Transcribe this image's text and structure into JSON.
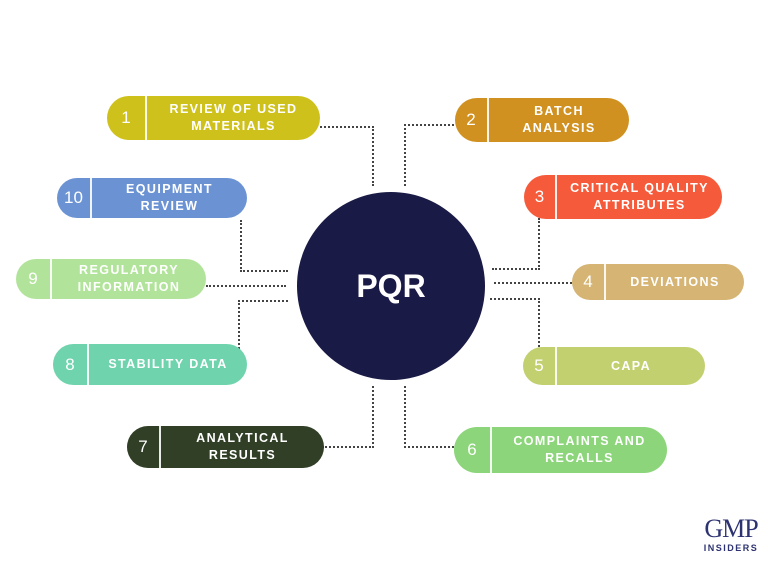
{
  "center": {
    "label": "PQR",
    "color": "#191a45"
  },
  "items": [
    {
      "number": "1",
      "label": "REVIEW OF USED\nMATERIALS",
      "color": "#cfc11c"
    },
    {
      "number": "2",
      "label": "BATCH ANALYSIS",
      "color": "#d09121"
    },
    {
      "number": "3",
      "label": "CRITICAL QUALITY\nATTRIBUTES",
      "color": "#f55a3a"
    },
    {
      "number": "4",
      "label": "DEVIATIONS",
      "color": "#d5b474"
    },
    {
      "number": "5",
      "label": "CAPA",
      "color": "#c3d070"
    },
    {
      "number": "6",
      "label": "COMPLAINTS AND\nRECALLS",
      "color": "#8cd57a"
    },
    {
      "number": "7",
      "label": "ANALYTICAL\nRESULTS",
      "color": "#313f26"
    },
    {
      "number": "8",
      "label": "STABILITY DATA",
      "color": "#6fd3ad"
    },
    {
      "number": "9",
      "label": "REGULATORY\nINFORMATION",
      "color": "#b1e49a"
    },
    {
      "number": "10",
      "label": "EQUIPMENT\nREVIEW",
      "color": "#6b93d4"
    }
  ],
  "logo": {
    "mark": "GMP",
    "sub": "INSIDERS"
  }
}
